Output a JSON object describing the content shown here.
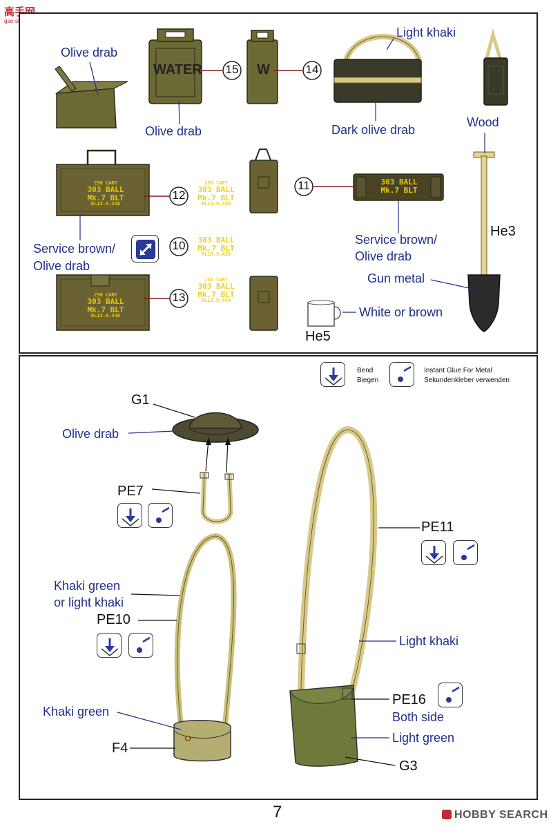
{
  "watermark": {
    "top_logo": "高手网",
    "top_sub": "gao-shou.com",
    "bottom_brand": "HOBBY SEARCH"
  },
  "page_number": "7",
  "top_panel": {
    "labels": {
      "olive_drab_1": "Olive drab",
      "olive_drab_2": "Olive drab",
      "light_khaki": "Light khaki",
      "dark_olive_drab": "Dark olive drab",
      "wood": "Wood",
      "service_brown_1a": "Service brown/",
      "service_brown_1b": "Olive drab",
      "service_brown_2a": "Service brown/",
      "service_brown_2b": "Olive drab",
      "he3": "He3",
      "gun_metal": "Gun metal",
      "white_or_brown": "White or brown",
      "he5": "He5"
    },
    "callouts": {
      "c15": "15",
      "c14": "14",
      "c12": "12",
      "c10": "10",
      "c13": "13",
      "c11": "11"
    },
    "can_text": {
      "water": "WATER",
      "w": "W"
    },
    "decals": {
      "box_a": [
        "250 CART",
        "303 BALL",
        "Mk.7 BLT",
        "RL13.9.43A"
      ],
      "sheet_a": [
        "250 CART",
        "303 BALL",
        "Mk.7 BLT",
        "RL13.9.43A"
      ],
      "sheet_b": [
        "303 BALL",
        "Mk.7 BLT",
        "RL13.9.43A"
      ],
      "box_b": [
        "250 CART",
        "303 BALL",
        "Mk.7 BLT",
        "RL13.9.44A"
      ],
      "sheet_c": [
        "250 CART",
        "303 BALL",
        "Mk.7 BLT",
        "RL13.9.44A"
      ],
      "flat_box": [
        "303 BALL",
        "Mk.7 BLT"
      ]
    }
  },
  "legend": {
    "bend_en": "Bend",
    "bend_de": "Biegen",
    "glue_en": "Instant Glue For Metal",
    "glue_de": "Sekundenkleber verwenden"
  },
  "bottom_panel": {
    "labels": {
      "g1": "G1",
      "olive_drab": "Olive drab",
      "pe7": "PE7",
      "pe11": "PE11",
      "khaki_green_light_1": "Khaki green",
      "khaki_green_light_2": "or light khaki",
      "pe10": "PE10",
      "light_khaki": "Light khaki",
      "khaki_green": "Khaki green",
      "pe16": "PE16",
      "both_side": "Both side",
      "f4": "F4",
      "light_green": "Light green",
      "g3": "G3"
    }
  },
  "colors": {
    "olive_drab": "#6b6a35",
    "dark_olive": "#3a3a28",
    "light_khaki": "#d8c98a",
    "khaki_green": "#a8a46a",
    "service_brown": "#6a6232",
    "gun_metal": "#2b2b2b",
    "wood": "#e6d28c",
    "label_blue": "#1e2f8a",
    "decal_yellow": "#e8c800",
    "light_green": "#6f7a3a"
  }
}
